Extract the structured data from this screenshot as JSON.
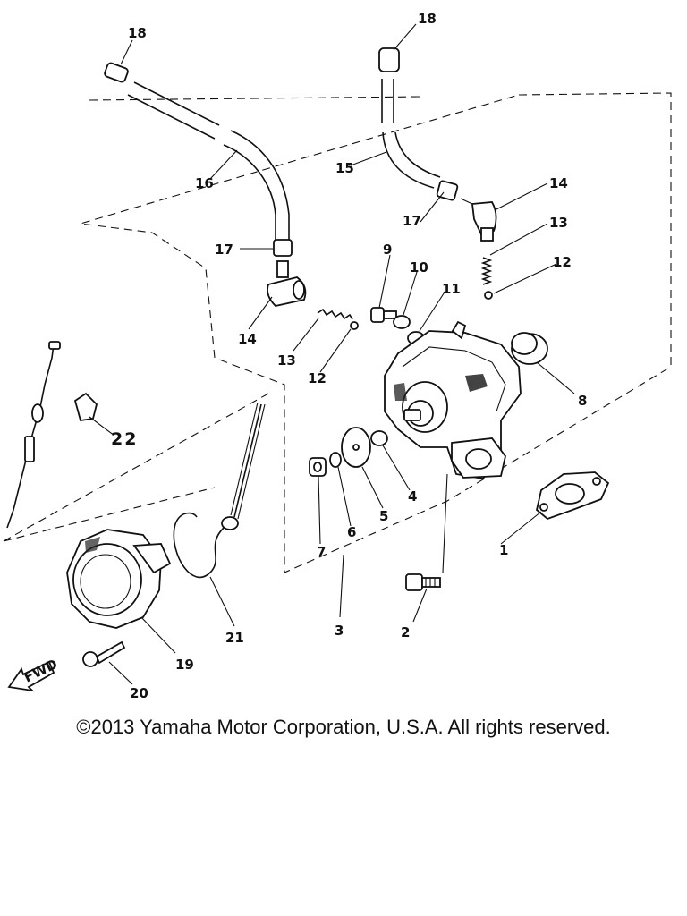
{
  "diagram": {
    "callouts": {
      "c1": "1",
      "c2": "2",
      "c3": "3",
      "c4": "4",
      "c5": "5",
      "c6": "6",
      "c7": "7",
      "c8": "8",
      "c9": "9",
      "c10": "10",
      "c11": "11",
      "c12a": "12",
      "c12b": "12",
      "c13a": "13",
      "c13b": "13",
      "c14a": "14",
      "c14b": "14",
      "c15": "15",
      "c16": "16",
      "c17a": "17",
      "c17b": "17",
      "c18a": "18",
      "c18b": "18",
      "c19": "19",
      "c20": "20",
      "c21": "21",
      "c22": "22"
    },
    "fwd_label": "FWD"
  },
  "copyright": "©2013 Yamaha Motor Corporation, U.S.A. All rights reserved."
}
